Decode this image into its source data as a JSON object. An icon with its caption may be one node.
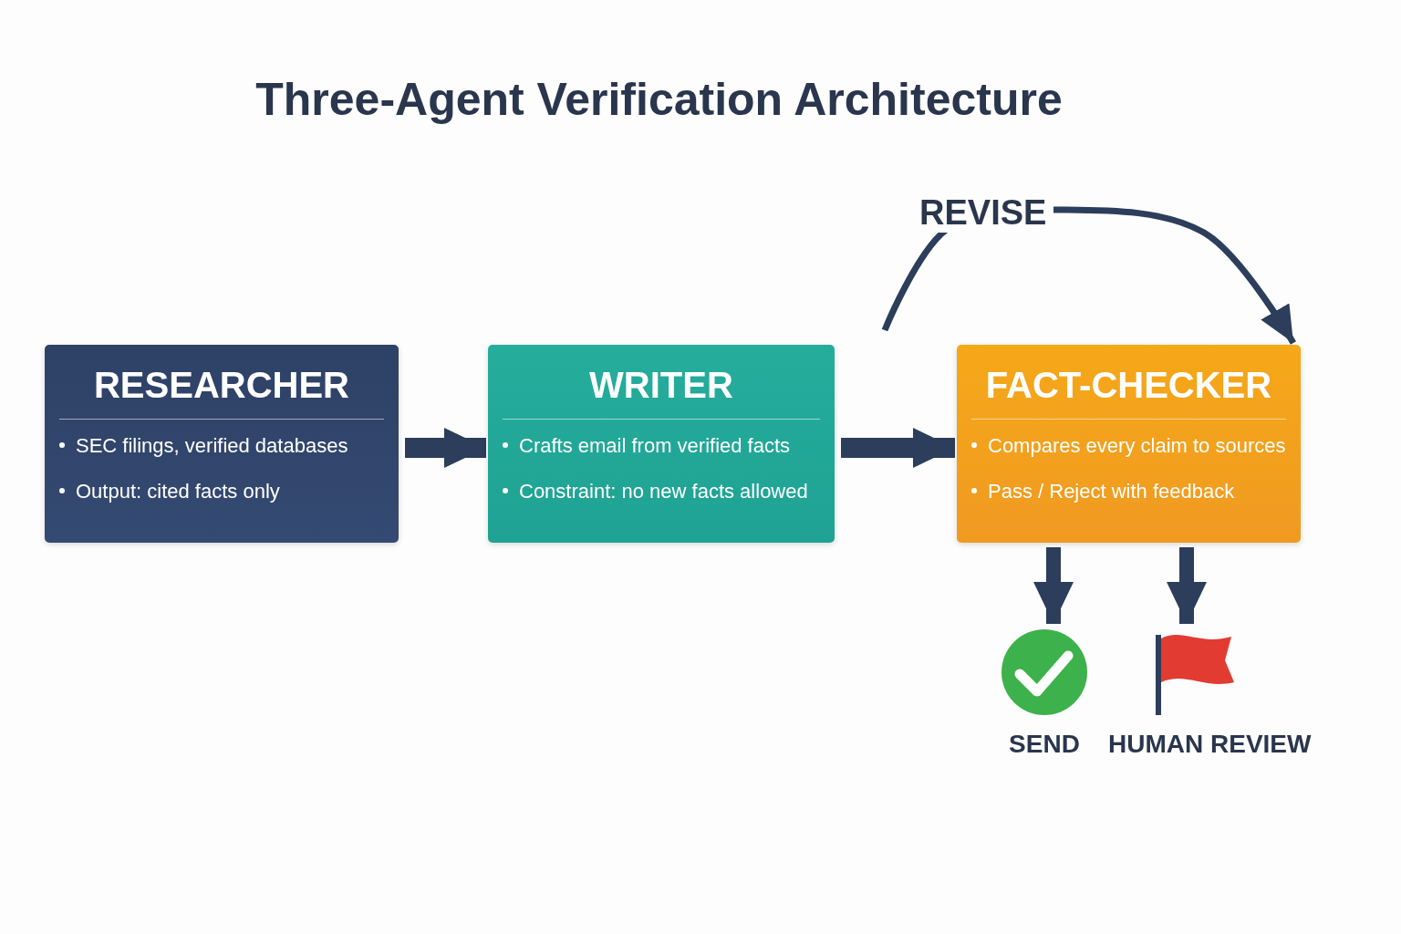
{
  "diagram": {
    "title": "Three-Agent Verification Architecture",
    "nodes": [
      {
        "text": [
          "RESEARCHER",
          "SEC filings, verified databases",
          "Output: cited facts only"
        ]
      },
      {
        "text": [
          "WRITER",
          "Crafts email from verified facts",
          "Constraint: no new facts allowed"
        ]
      },
      {
        "text": [
          "FACT-CHECKER",
          "Compares every claim to sources",
          "Pass / Reject with feedback"
        ]
      },
      {
        "text": [
          "SEND"
        ]
      },
      {
        "text": [
          "HUMAN REVIEW"
        ]
      }
    ],
    "edges": [
      {
        "from": 0,
        "to": 1,
        "arrow": "to"
      },
      {
        "from": 1,
        "to": 2,
        "arrow": "to"
      },
      {
        "from": null,
        "to": 2,
        "arrow": "to",
        "label": "REVISE"
      },
      {
        "from": 2,
        "to": 3,
        "arrow": "to"
      },
      {
        "from": 2,
        "to": 4,
        "arrow": "to"
      }
    ]
  }
}
